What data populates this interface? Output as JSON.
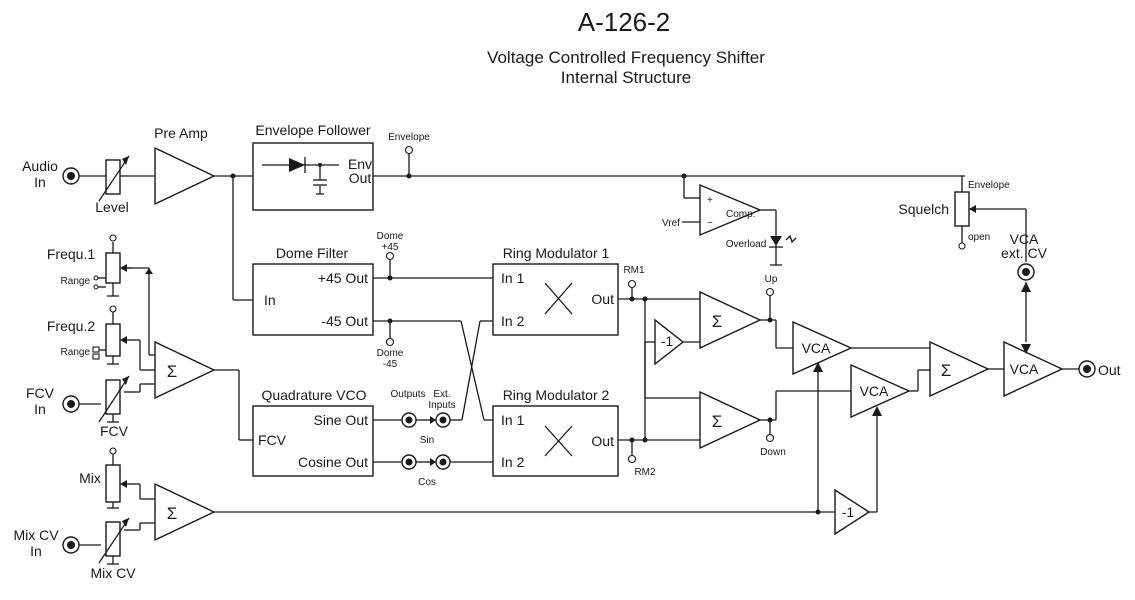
{
  "title": "A-126-2",
  "subtitle_1": "Voltage Controlled Frequency Shifter",
  "subtitle_2": "Internal Structure",
  "labels": {
    "audio_in_1": "Audio",
    "audio_in_2": "In",
    "level": "Level",
    "pre_amp": "Pre Amp",
    "envelope_follower": "Envelope Follower",
    "env_out_1": "Env",
    "env_out_2": "Out",
    "envelope_tp": "Envelope",
    "comp_plus": "+",
    "comp_minus": "−",
    "comp": "Comp.",
    "vref": "Vref",
    "overload": "Overload",
    "envelope_right": "Envelope",
    "squelch": "Squelch",
    "open": "open",
    "vca_ext_cv_1": "VCA",
    "vca_ext_cv_2": "ext. CV",
    "frequ1": "Frequ.1",
    "range1": "Range",
    "frequ2": "Frequ.2",
    "range2": "Range",
    "fcv_in_1": "FCV",
    "fcv_in_2": "In",
    "fcv_pot": "FCV",
    "mix": "Mix",
    "mix_cv_in_1": "Mix CV",
    "mix_cv_in_2": "In",
    "mix_cv_pot": "Mix CV",
    "dome_filter": "Dome Filter",
    "dome_in": "In",
    "plus45_out": "+45 Out",
    "minus45_out": "-45 Out",
    "dome_p45_1": "Dome",
    "dome_p45_2": "+45",
    "dome_m45_1": "Dome",
    "dome_m45_2": "-45",
    "ring_mod_1": "Ring Modulator 1",
    "ring_mod_2": "Ring Modulator 2",
    "rm1_in1": "In  1",
    "rm1_in2": "In 2",
    "rm1_out": "Out",
    "rm2_in1": "In  1",
    "rm2_in2": "In 2",
    "rm2_out": "Out",
    "rm1_tp": "RM1",
    "rm2_tp": "RM2",
    "quad_vco": "Quadrature VCO",
    "fcv_input": "FCV",
    "sine_out": "Sine Out",
    "cosine_out": "Cosine Out",
    "outputs": "Outputs",
    "ext_inputs_1": "Ext.",
    "ext_inputs_2": "Inputs",
    "sin": "Sin",
    "cos": "Cos",
    "minus1_a": "-1",
    "minus1_b": "-1",
    "up": "Up",
    "down": "Down",
    "vca_1": "VCA",
    "vca_2": "VCA",
    "vca_3": "VCA",
    "out": "Out",
    "sigma": "Σ"
  }
}
